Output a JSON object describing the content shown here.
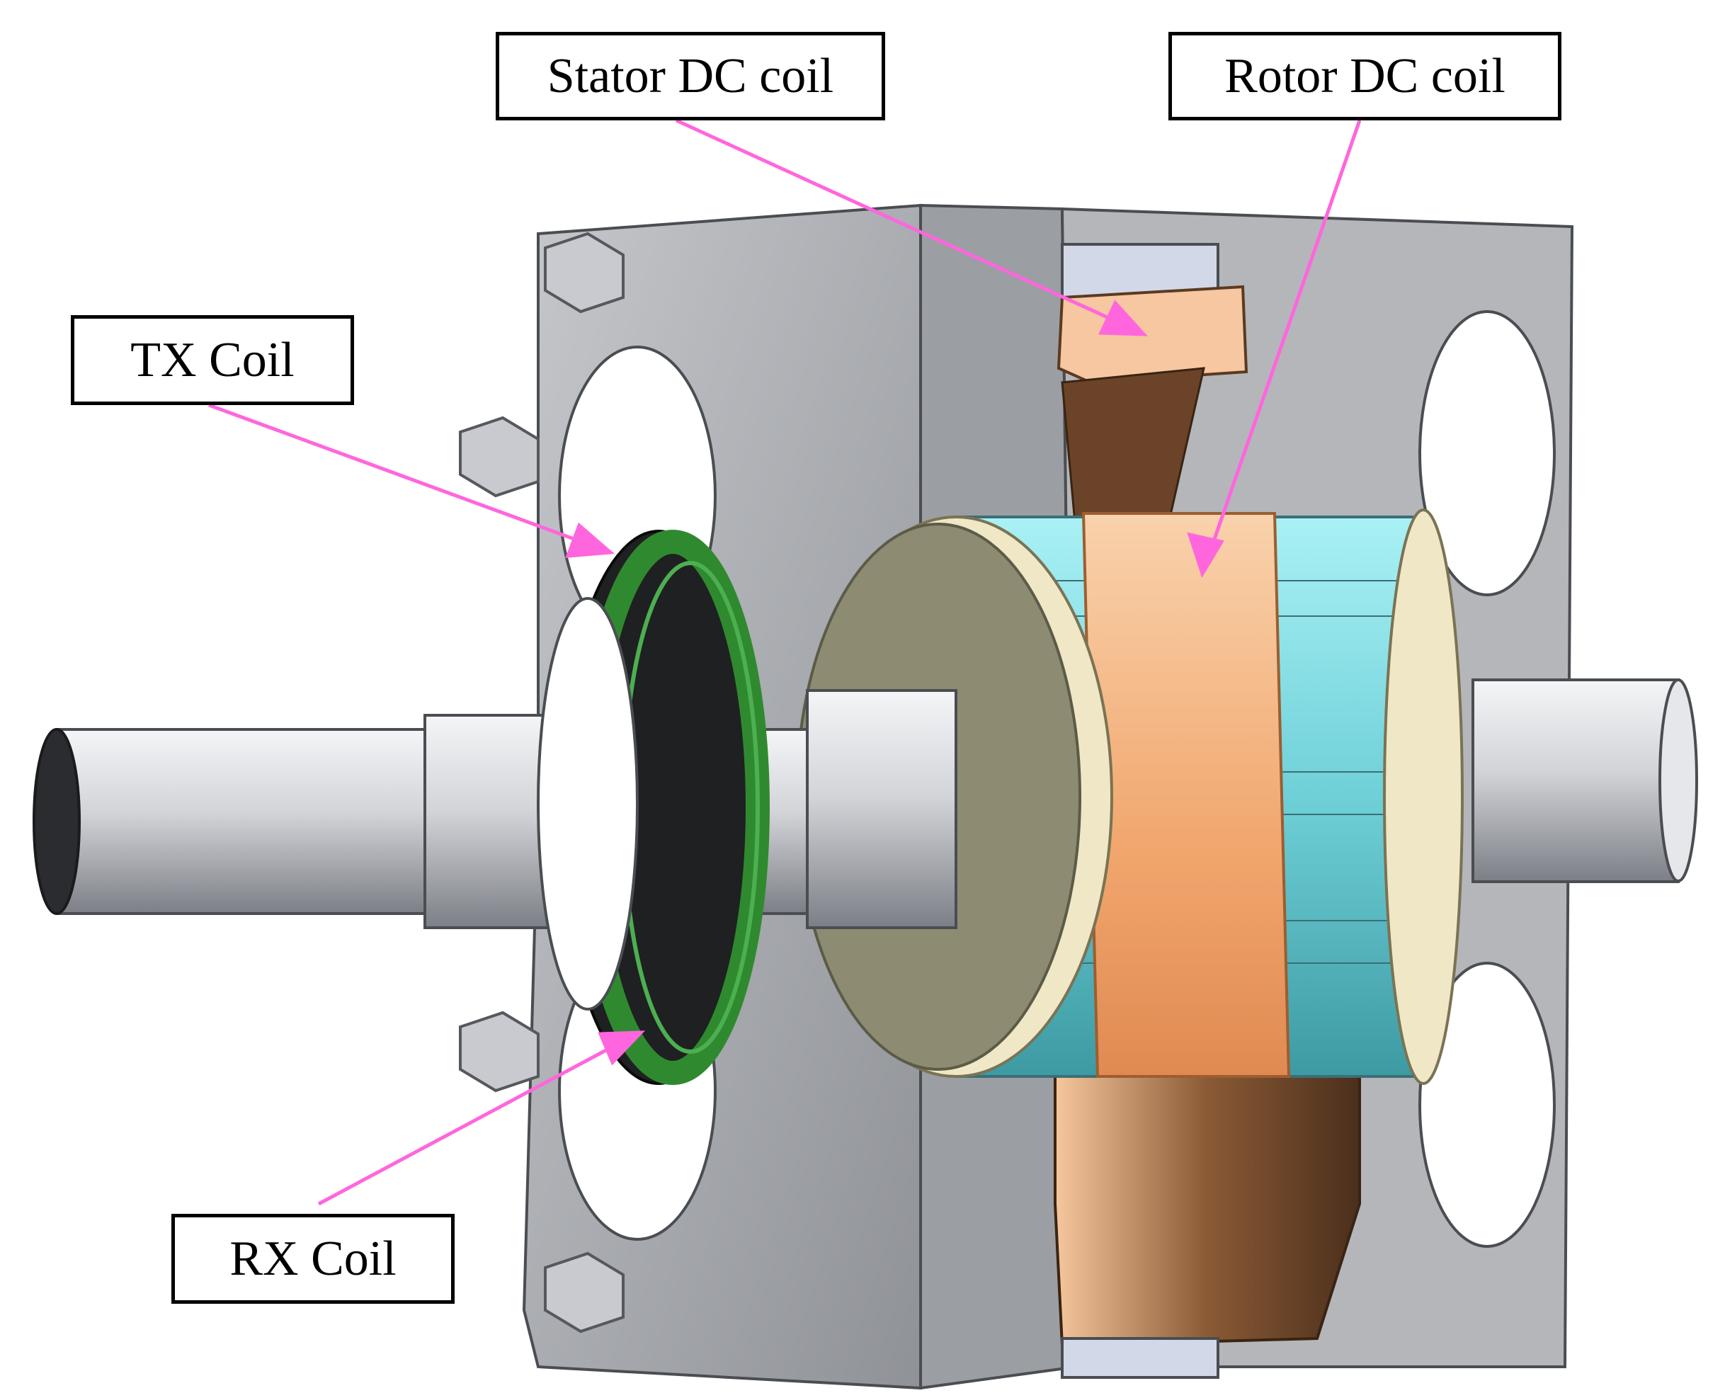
{
  "labels": {
    "stator_dc_coil": "Stator DC coil",
    "rotor_dc_coil": "Rotor DC coil",
    "tx_coil": "TX Coil",
    "rx_coil": "RX Coil"
  },
  "colors": {
    "arrow": "#ff66dd",
    "housing": "#a9abaf",
    "stator_core": "#c4c6ca",
    "rotor_lamination": "#8fe6ec",
    "dc_coil": "#f4b783",
    "coil_shadow": "#5b3a22",
    "shaft": "#cfd1d6",
    "pcb_ring": "#2f8a2f",
    "end_plate": "#8d8c72"
  }
}
